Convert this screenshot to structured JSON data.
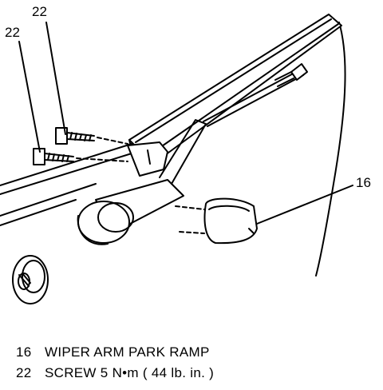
{
  "callouts": [
    {
      "number": "22",
      "part": "screw-upper"
    },
    {
      "number": "22",
      "part": "screw-lower"
    },
    {
      "number": "16",
      "part": "park-ramp"
    }
  ],
  "legend": [
    {
      "number": "16",
      "text": "WIPER ARM PARK RAMP"
    },
    {
      "number": "22",
      "text": "SCREW 5 N•m ( 44 lb. in. )"
    }
  ]
}
